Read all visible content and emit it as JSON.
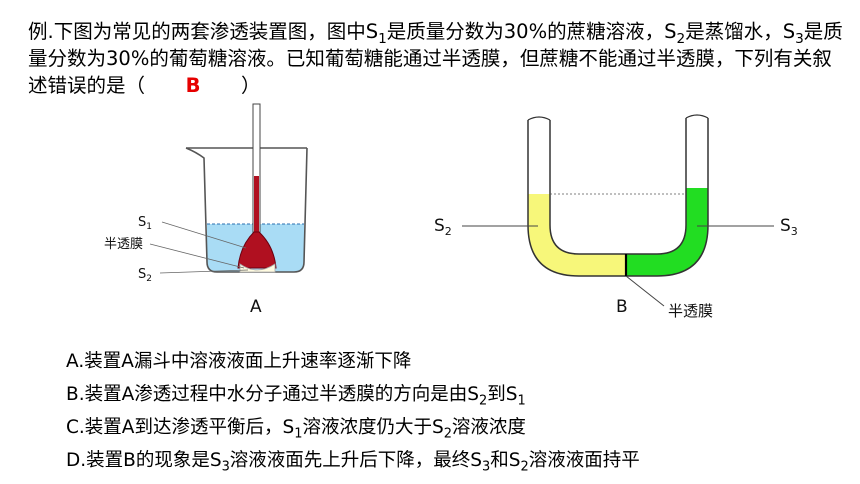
{
  "question": {
    "p1": "例.下图为常见的两套渗透装置图，图中S",
    "p2": "是质量分数为30%的蔗糖溶液，S",
    "p3": "是蒸馏水，S",
    "p4": "是质量分数为30%的葡萄糖溶液。已知葡萄糖能通过半透膜，但蔗糖不能通过半透膜，下列有关叙述错误的是（",
    "answer": "B",
    "close": "）",
    "sub1": "1",
    "sub2": "2",
    "sub3": "3"
  },
  "device_a": {
    "label_s1": "S",
    "label_s1_sub": "1",
    "label_membrane": "半透膜",
    "label_s2": "S",
    "label_s2_sub": "2",
    "caption": "A"
  },
  "device_b": {
    "label_s2": "S",
    "label_s2_sub": "2",
    "label_s3": "S",
    "label_s3_sub": "3",
    "caption": "B",
    "label_membrane": "半透膜"
  },
  "options": [
    {
      "parts": [
        "A.装置A漏斗中溶液液面上升速率逐渐下降"
      ]
    },
    {
      "parts": [
        "B.装置A渗透过程中水分子通过半透膜的方向是由S",
        "2",
        "到S",
        "1"
      ]
    },
    {
      "parts": [
        "C.装置A到达渗透平衡后，S",
        "1",
        "溶液浓度仍大于S",
        "2",
        "溶液浓度"
      ]
    },
    {
      "parts": [
        "D.装置B的现象是S",
        "3",
        "溶液液面先上升后下降，最终S",
        "3",
        "和S",
        "2",
        "溶液液面持平"
      ]
    }
  ],
  "colors": {
    "answer": "#e60000",
    "water": "#a9dcf5",
    "funnel": "#b01020",
    "yellow_liquid": "#f7f77a",
    "green_liquid": "#22dd22"
  }
}
